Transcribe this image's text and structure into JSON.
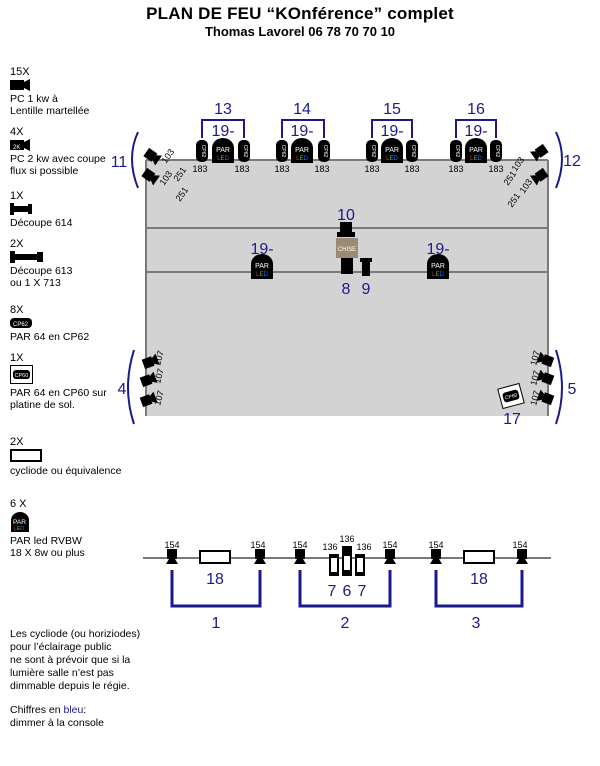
{
  "title": "PLAN DE FEU “KOnférence” complet",
  "subtitle": "Thomas Lavorel 06 78 70 70 10",
  "legend": [
    {
      "count": "15X",
      "desc1": "PC 1 kw à",
      "desc2": "Lentille martellée",
      "icon": "pc1kw-icon"
    },
    {
      "count": "4X",
      "desc1": "PC 2 kw avec coupe",
      "desc2": "flux si possible",
      "icon": "pc2kw-icon"
    },
    {
      "count": "1X",
      "desc1": "Découpe 614",
      "desc2": "",
      "icon": "decoupe614-icon"
    },
    {
      "count": "2X",
      "desc1": "Découpe 613",
      "desc2": "ou 1 X 713",
      "icon": "decoupe613-icon"
    },
    {
      "count": "8X",
      "desc1": "PAR 64 en CP62",
      "desc2": "",
      "icon": "par64-cp62-icon",
      "icon_label": "CP62"
    },
    {
      "count": "1X",
      "desc1": "PAR 64 en CP60 sur",
      "desc2": "platine de sol.",
      "icon": "par64-cp60-icon",
      "icon_label": "CP60"
    },
    {
      "count": "2X",
      "desc1": "cycliode ou équivalence",
      "desc2": "",
      "icon": "cycliode-icon"
    },
    {
      "count": "6 X",
      "desc1": "PAR led RVBW",
      "desc2": "18 X 8w ou plus",
      "icon": "par-led-icon"
    }
  ],
  "notes": {
    "line1": "Les cycliode (ou horiziodes)",
    "line2": "pour l’éclairage public",
    "line3": "ne sont à prévoir que si la",
    "line4": "lumière salle n’est pas",
    "line5": "dimmable depuis le régie.",
    "line6_prefix": "Chiffres en ",
    "line6_blue": "bleu",
    "line6_suffix": ":",
    "line7": "dimmer à la console"
  },
  "plan": {
    "circuits": {
      "c13": "13",
      "c14": "14",
      "c15": "15",
      "c16": "16",
      "c11": "11",
      "c12": "12",
      "c4": "4",
      "c5": "5",
      "c10": "10",
      "c8": "8",
      "c9": "9",
      "c17": "17",
      "c19": "19-",
      "c1": "1",
      "c2": "2",
      "c3": "3",
      "c18": "18",
      "c7": "7",
      "c6": "6"
    },
    "gels": {
      "g183": "183",
      "g103": "103",
      "g251": "251",
      "g107": "107",
      "g154": "154",
      "g136": "136"
    },
    "labels": {
      "cp62": "CP62",
      "cp60": "CP60",
      "par": "PAR",
      "led": "LED",
      "chise": "CHISE"
    }
  },
  "colors": {
    "blue": "#1a1a8c",
    "stage": "#d3d3d3",
    "pipe": "#7a7a7a"
  }
}
